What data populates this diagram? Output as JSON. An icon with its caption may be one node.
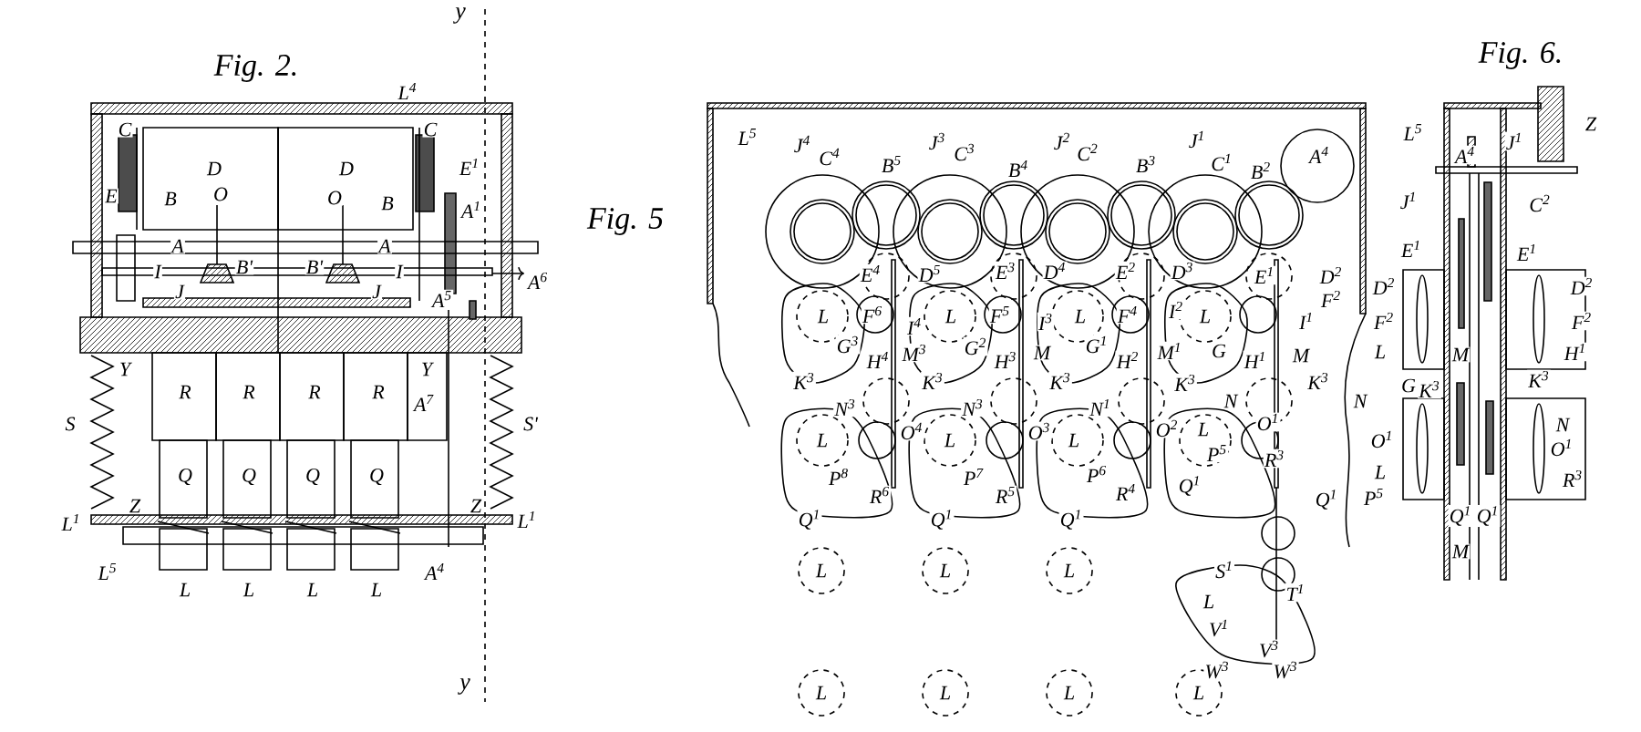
{
  "diagram": {
    "labels": [
      "Fig. 2.",
      "y",
      "L$^{4}$",
      "C",
      "C",
      "D",
      "D",
      "E$^{1}$",
      "E",
      "B",
      "O",
      "O",
      "B",
      "A$^{1}$",
      "A",
      "A",
      "I",
      "B'",
      "B'",
      "I",
      "A$^{6}$",
      "J",
      "J",
      "A$^{5}$",
      "Y",
      "Y",
      "R",
      "R",
      "R",
      "R",
      "A$^{7}$",
      "S",
      "S'",
      "Q",
      "Q",
      "Q",
      "Q",
      "Z",
      "Z",
      "L$^{1}$",
      "L$^{1}$",
      "L$^{5}$",
      "A$^{4}$",
      "L",
      "L",
      "L",
      "L",
      "y",
      "Fig. 5",
      "L$^{5}$",
      "J$^{4}$",
      "C$^{4}$",
      "B$^{5}$",
      "J$^{3}$",
      "C$^{3}$",
      "B$^{4}$",
      "J$^{2}$",
      "C$^{2}$",
      "B$^{3}$",
      "J$^{1}$",
      "C$^{1}$",
      "B$^{2}$",
      "A$^{4}$",
      "E$^{4}$",
      "D$^{5}$",
      "E$^{3}$",
      "D$^{4}$",
      "E$^{2}$",
      "D$^{3}$",
      "E$^{1}$",
      "D$^{2}$",
      "L",
      "F$^{6}$",
      "I$^{4}$",
      "L",
      "F$^{5}$",
      "I$^{3}$",
      "L",
      "F$^{4}$",
      "I$^{2}$",
      "L",
      "F$^{2}$",
      "I$^{1}$",
      "G$^{3}$",
      "H$^{4}$",
      "M$^{3}$",
      "G$^{2}$",
      "H$^{3}$",
      "M",
      "G$^{1}$",
      "H$^{2}$",
      "M$^{1}$",
      "G",
      "H$^{1}$",
      "M",
      "K$^{3}$",
      "K$^{3}$",
      "K$^{3}$",
      "K$^{3}$",
      "K$^{3}$",
      "N$^{3}$",
      "N$^{3}$",
      "N$^{1}$",
      "N",
      "L",
      "O$^{4}$",
      "L",
      "O$^{3}$",
      "L",
      "O$^{2}$",
      "L",
      "O$^{1}$",
      "P$^{8}$",
      "P$^{7}$",
      "P$^{6}$",
      "P$^{5}$",
      "R$^{6}$",
      "R$^{5}$",
      "R$^{4}$",
      "R$^{3}$",
      "Q$^{1}$",
      "Q$^{1}$",
      "Q$^{1}$",
      "Q$^{1}$",
      "Q$^{1}$",
      "S$^{1}$",
      "T$^{1}$",
      "L",
      "V$^{1}$",
      "V$^{3}$",
      "W$^{3}$",
      "W$^{3}$",
      "L",
      "L",
      "L",
      "L",
      "L",
      "L",
      "L",
      "Fig. 6.",
      "L$^{5}$",
      "A$^{4}$",
      "J$^{1}$",
      "Z",
      "J$^{1}$",
      "C$^{2}$",
      "E$^{1}$",
      "E$^{1}$",
      "D$^{2}$",
      "D$^{2}$",
      "F$^{2}$",
      "F$^{2}$",
      "L",
      "M",
      "H$^{1}$",
      "G",
      "K$^{3}$",
      "K$^{3}$",
      "N",
      "N",
      "O$^{1}$",
      "O$^{1}$",
      "L",
      "R$^{3}$",
      "P$^{5}$",
      "Q$^{1}$",
      "Q$^{1}$",
      "M"
    ]
  }
}
